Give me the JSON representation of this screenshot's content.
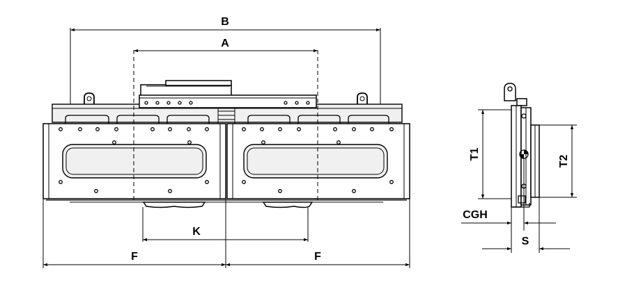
{
  "drawing": {
    "front_view": {
      "dimensions": {
        "B": "B",
        "A": "A",
        "K": "K",
        "F_left": "F",
        "F_right": "F"
      }
    },
    "side_view": {
      "dimensions": {
        "T1": "T1",
        "T2": "T2",
        "CGH": "CGH",
        "S": "S"
      }
    }
  }
}
